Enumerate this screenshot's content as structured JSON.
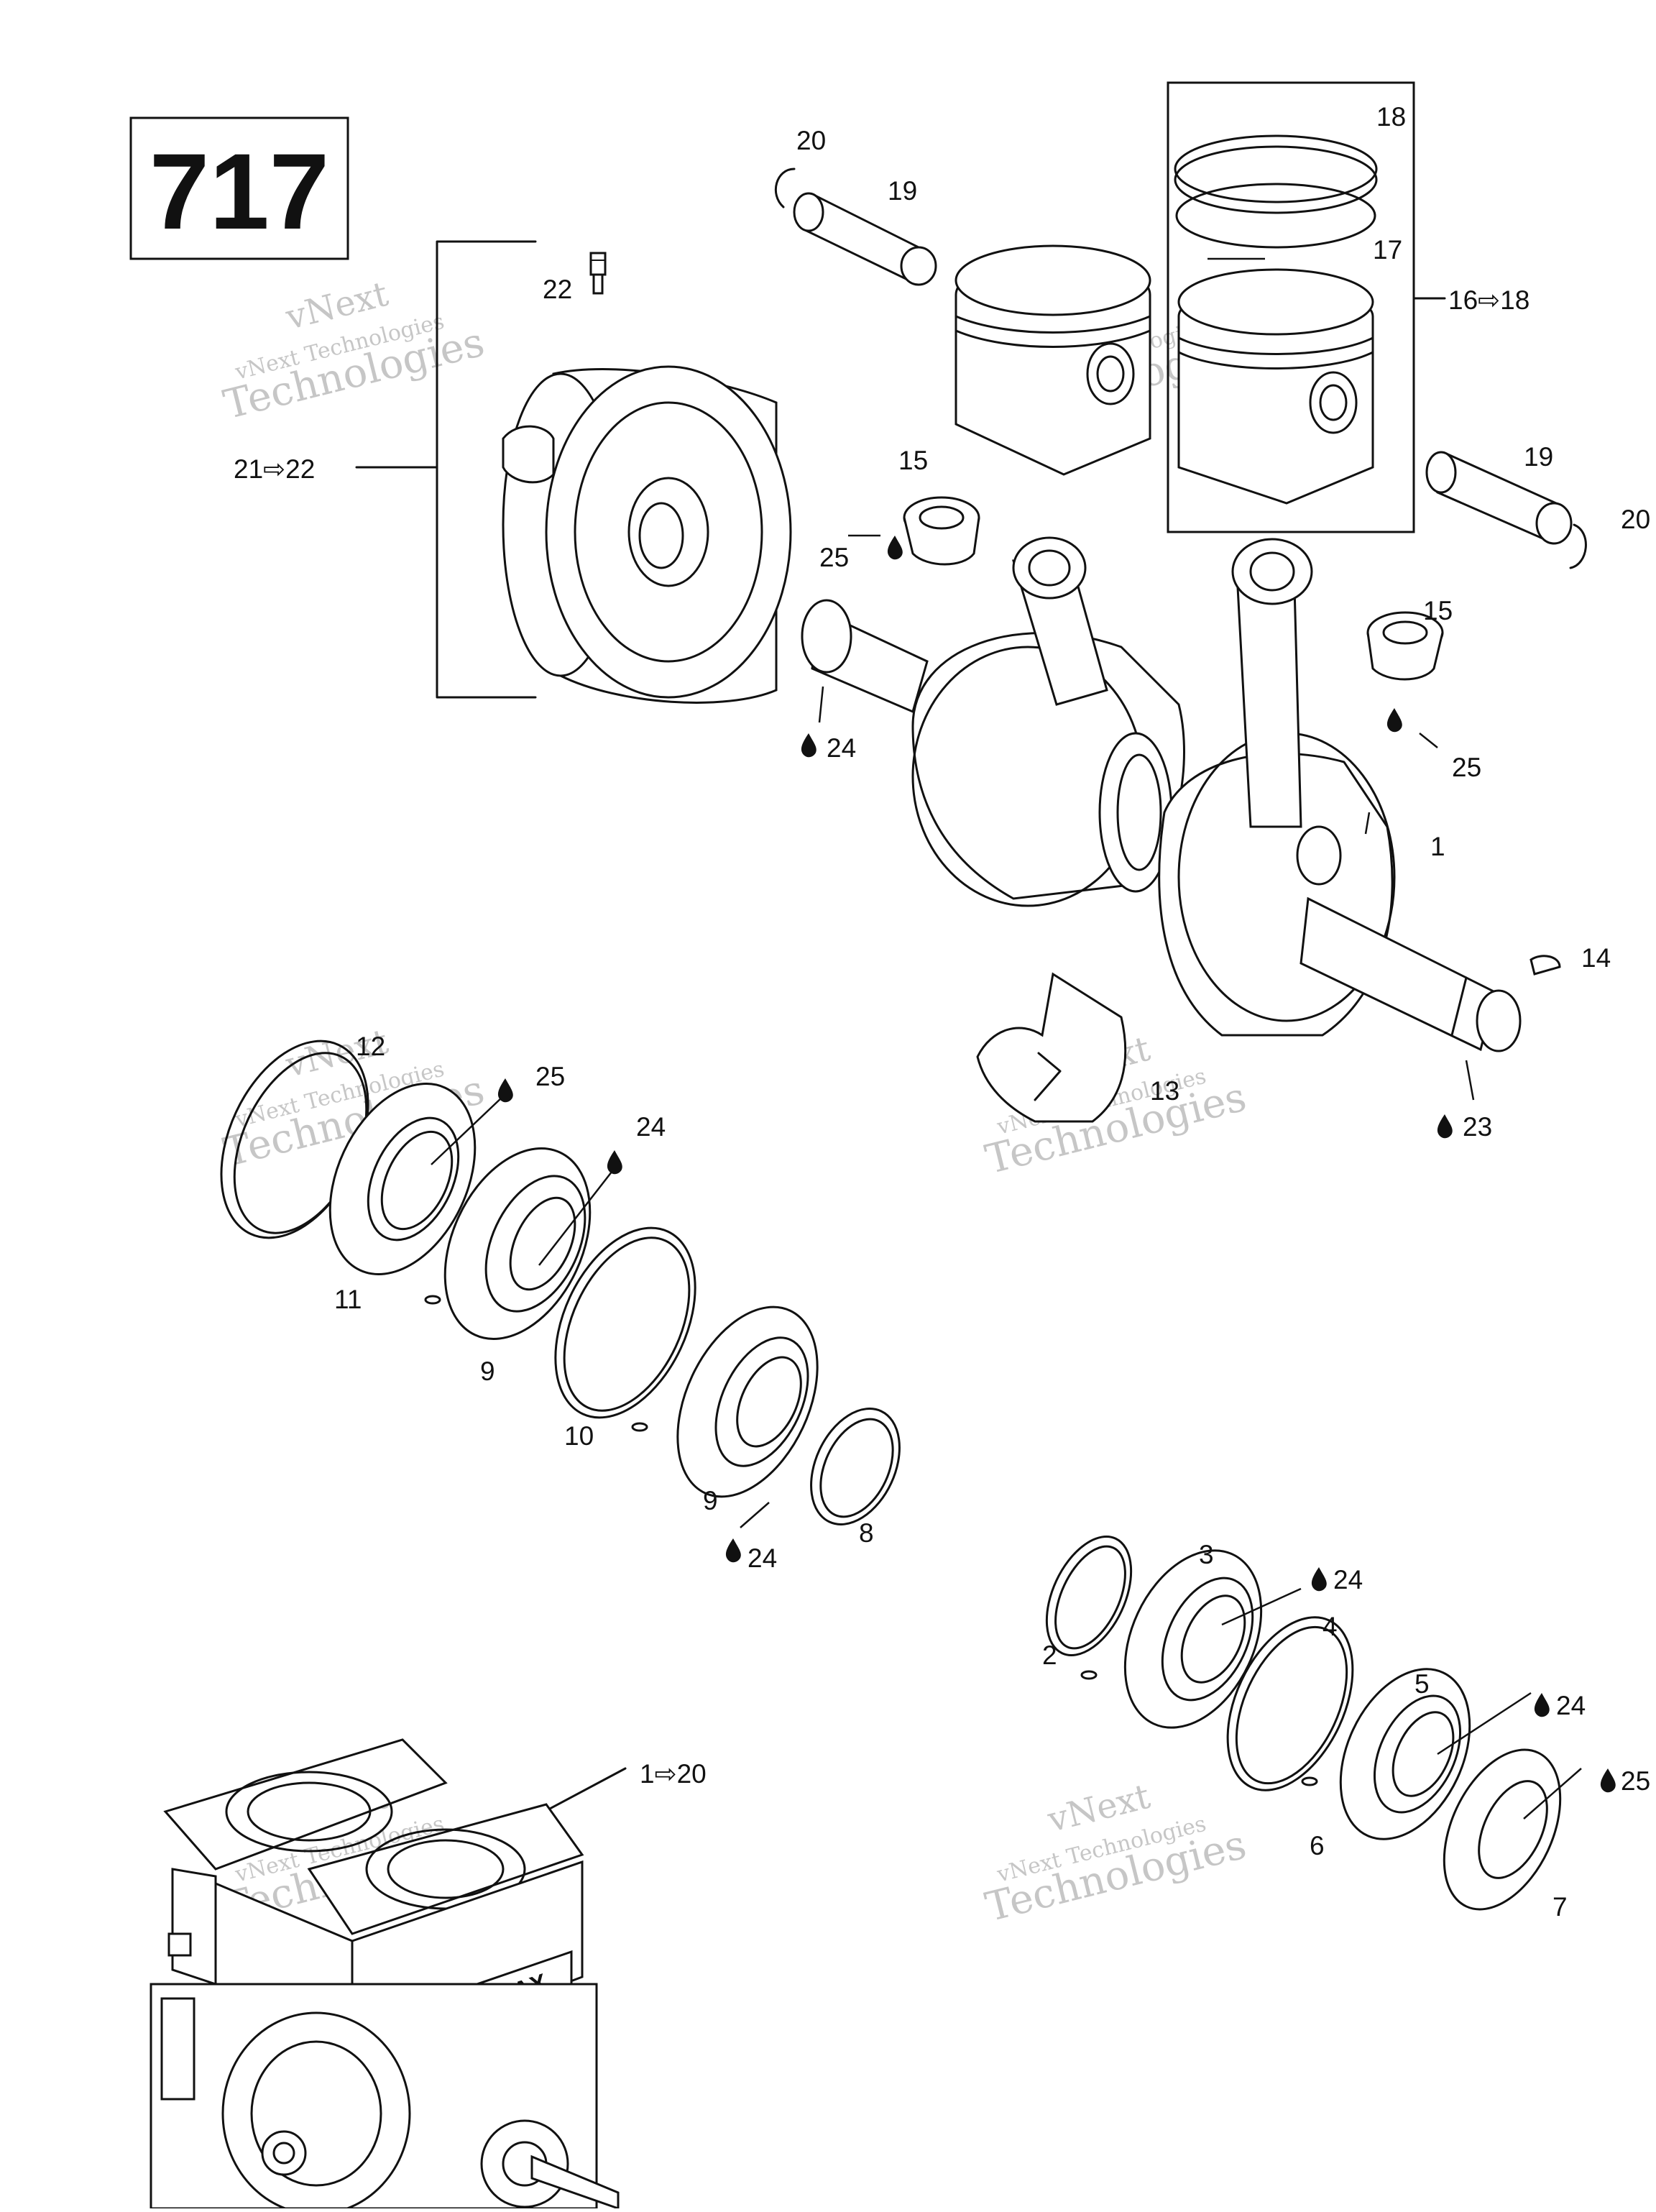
{
  "diagram": {
    "model_code": "717",
    "watermark": {
      "line1": "vNext",
      "line2": "vNext Technologies",
      "line3": "Technologies"
    },
    "callouts": {
      "c1": "1",
      "c2": "2",
      "c3": "3",
      "c4": "4",
      "c5": "5",
      "c6": "6",
      "c7": "7",
      "c8": "8",
      "c9a": "9",
      "c9b": "9",
      "c10": "10",
      "c11": "11",
      "c12": "12",
      "c13": "13",
      "c14": "14",
      "c15a": "15",
      "c15b": "15",
      "c16": "16⇨18",
      "c17": "17",
      "c18": "18",
      "c19a": "19",
      "c19b": "19",
      "c20a": "20",
      "c20b": "20",
      "c21": "21⇨22",
      "c22": "22",
      "c23": "23",
      "c24a": "24",
      "c24b": "24",
      "c24c": "24",
      "c24d": "24",
      "c24e": "24",
      "c25a": "25",
      "c25b": "25",
      "c25c": "25",
      "c25d": "25",
      "c1to20": "1⇨20"
    },
    "engine_label": "ROTAX"
  }
}
